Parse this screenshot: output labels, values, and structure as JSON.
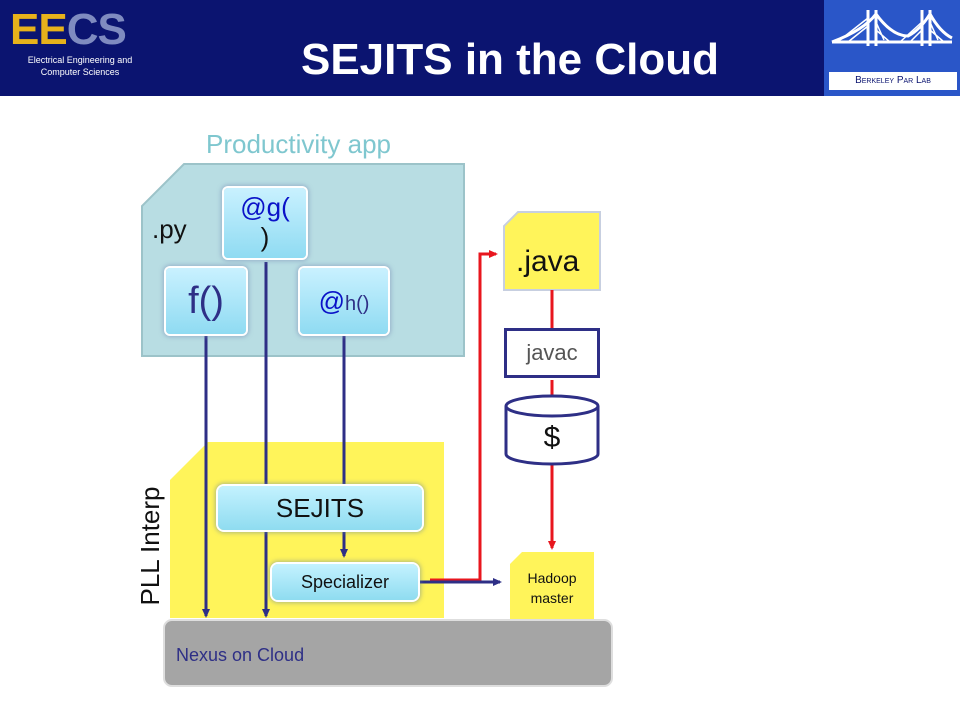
{
  "header": {
    "logo_text_ee": "EE",
    "logo_text_cs": "CS",
    "logo_subtitle_line1": "Electrical Engineering and",
    "logo_subtitle_line2": "Computer Sciences",
    "title": "SEJITS in the Cloud",
    "lab_logo_label": "Berkeley Par Lab"
  },
  "diagram": {
    "productivity_label": "Productivity app",
    "py_label": ".py",
    "f_box": "f()",
    "g_box_line1": "@g(",
    "g_box_line2": ")",
    "h_box_at": "@",
    "h_box_rest": "h()",
    "pll_label": "PLL Interp",
    "sejits_box": "SEJITS",
    "specializer_box": "Specializer",
    "java_label": ".java",
    "javac_label": "javac",
    "cache_label": "$",
    "hadoop_line1": "Hadoop",
    "hadoop_line2": "master",
    "nexus_label": "Nexus on Cloud"
  },
  "colors": {
    "header_bg": "#0b1470",
    "productivity_panel": "#b8dde3",
    "pll_panel": "#fff45a",
    "blue_arrows": "#2e2f86",
    "red_arrows": "#e8161e",
    "nexus_bg": "#a5a5a5"
  }
}
